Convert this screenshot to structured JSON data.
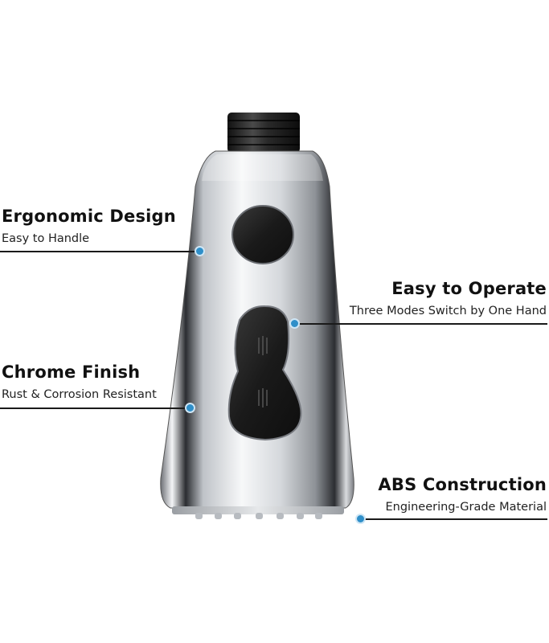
{
  "callouts": {
    "ergonomic": {
      "title": "Ergonomic Design",
      "subtitle": "Easy to Handle"
    },
    "operate": {
      "title": "Easy to Operate",
      "subtitle": "Three Modes Switch by One Hand"
    },
    "chrome": {
      "title": "Chrome Finish",
      "subtitle": "Rust & Corrosion Resistant"
    },
    "abs": {
      "title": "ABS Construction",
      "subtitle": "Engineering-Grade Material"
    }
  },
  "colors": {
    "marker_dot": "#2f8fc9",
    "leader_line": "#1a1a1a",
    "chrome": "#c9ccd1",
    "button": "#1b1b1b"
  }
}
